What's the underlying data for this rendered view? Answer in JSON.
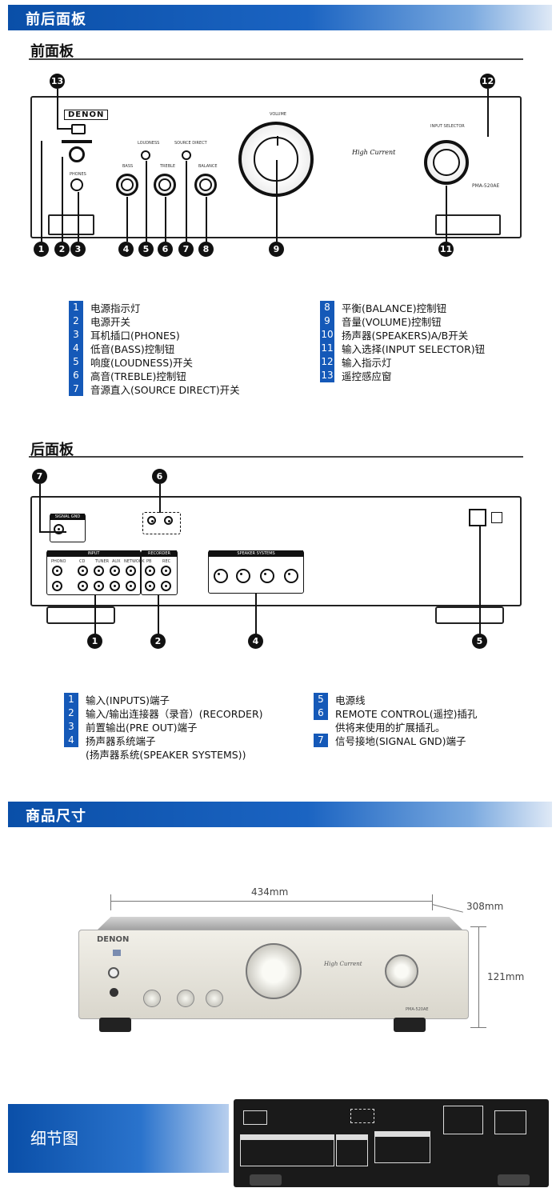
{
  "sections": {
    "panels_banner": "前后面板",
    "front_heading": "前面板",
    "rear_heading": "后面板",
    "dimensions_banner": "商品尺寸",
    "detail_banner": "细节图"
  },
  "front_panel": {
    "brand": "DENON",
    "labels": {
      "phones": "PHONES",
      "bass": "BASS",
      "loudness": "LOUDNESS",
      "treble": "TREBLE",
      "source_direct": "SOURCE DIRECT",
      "balance": "BALANCE",
      "volume": "VOLUME",
      "input_selector": "INPUT SELECTOR",
      "high_current": "High Current",
      "model": "PMA-520AE"
    },
    "callouts": [
      "13",
      "12",
      "1",
      "2",
      "3",
      "4",
      "5",
      "6",
      "7",
      "8",
      "9",
      "11"
    ],
    "legend_left": [
      {
        "num": "1",
        "text": "电源指示灯"
      },
      {
        "num": "2",
        "text": "电源开关"
      },
      {
        "num": "3",
        "text": "耳机插口(PHONES)"
      },
      {
        "num": "4",
        "text": "低音(BASS)控制钮"
      },
      {
        "num": "5",
        "text": "响度(LOUDNESS)开关"
      },
      {
        "num": "6",
        "text": "高音(TREBLE)控制钮"
      },
      {
        "num": "7",
        "text": "音源直入(SOURCE DIRECT)开关"
      }
    ],
    "legend_right": [
      {
        "num": "8",
        "text": "平衡(BALANCE)控制钮"
      },
      {
        "num": "9",
        "text": "音量(VOLUME)控制钮"
      },
      {
        "num": "10",
        "text": "扬声器(SPEAKERS)A/B开关"
      },
      {
        "num": "11",
        "text": "输入选择(INPUT SELECTOR)钮"
      },
      {
        "num": "12",
        "text": "输入指示灯"
      },
      {
        "num": "13",
        "text": "遥控感应窗"
      }
    ]
  },
  "rear_panel": {
    "labels": {
      "signal_gnd": "SIGNAL GND",
      "input": "INPUT",
      "recorder": "RECORDER",
      "speaker_systems": "SPEAKER SYSTEMS",
      "phono": "PHONO",
      "cd": "CD",
      "tuner": "TUNER",
      "aux": "AUX",
      "network": "NETWORK",
      "pb": "PB",
      "rec": "REC"
    },
    "callouts": [
      "7",
      "6",
      "1",
      "2",
      "4",
      "5"
    ],
    "legend_left": [
      {
        "num": "1",
        "text": "输入(INPUTS)端子"
      },
      {
        "num": "2",
        "text": "输入/输出连接器（录音）(RECORDER)"
      },
      {
        "num": "3",
        "text": "前置输出(PRE OUT)端子"
      },
      {
        "num": "4",
        "text": "扬声器系统端子"
      },
      {
        "num": "",
        "text": "(扬声器系统(SPEAKER SYSTEMS))"
      }
    ],
    "legend_right": [
      {
        "num": "5",
        "text": "电源线"
      },
      {
        "num": "6",
        "text": "REMOTE CONTROL(遥控)插孔"
      },
      {
        "num": "",
        "text": "供将来使用的扩展插孔。"
      },
      {
        "num": "7",
        "text": "信号接地(SIGNAL GND)端子"
      }
    ]
  },
  "dimensions": {
    "width": "434mm",
    "depth": "308mm",
    "height": "121mm"
  },
  "colors": {
    "banner_blue": "#1559b8",
    "legend_blue": "#1559b8"
  }
}
